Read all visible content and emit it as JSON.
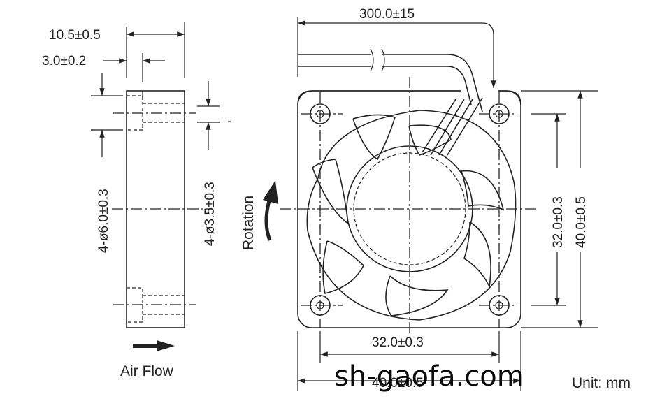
{
  "side_view": {
    "dim_overall_width": "10.5±0.5",
    "dim_flange": "3.0±0.2",
    "dim_hole_outer": "4-ø6.0±0.3",
    "dim_hole_inner": "4-ø3.5±0.3",
    "airflow_label": "Air Flow"
  },
  "front_view": {
    "dim_lead_length": "300.0±15",
    "rotation_label": "Rotation",
    "dim_hole_pitch_vertical": "32.0±0.3",
    "dim_frame_height": "40.0±0.5",
    "dim_hole_pitch_horizontal": "32.0±0.3",
    "dim_frame_width": "40.0±0.5"
  },
  "unit_label": "Unit: mm",
  "watermark": "sh-gaofa.com"
}
